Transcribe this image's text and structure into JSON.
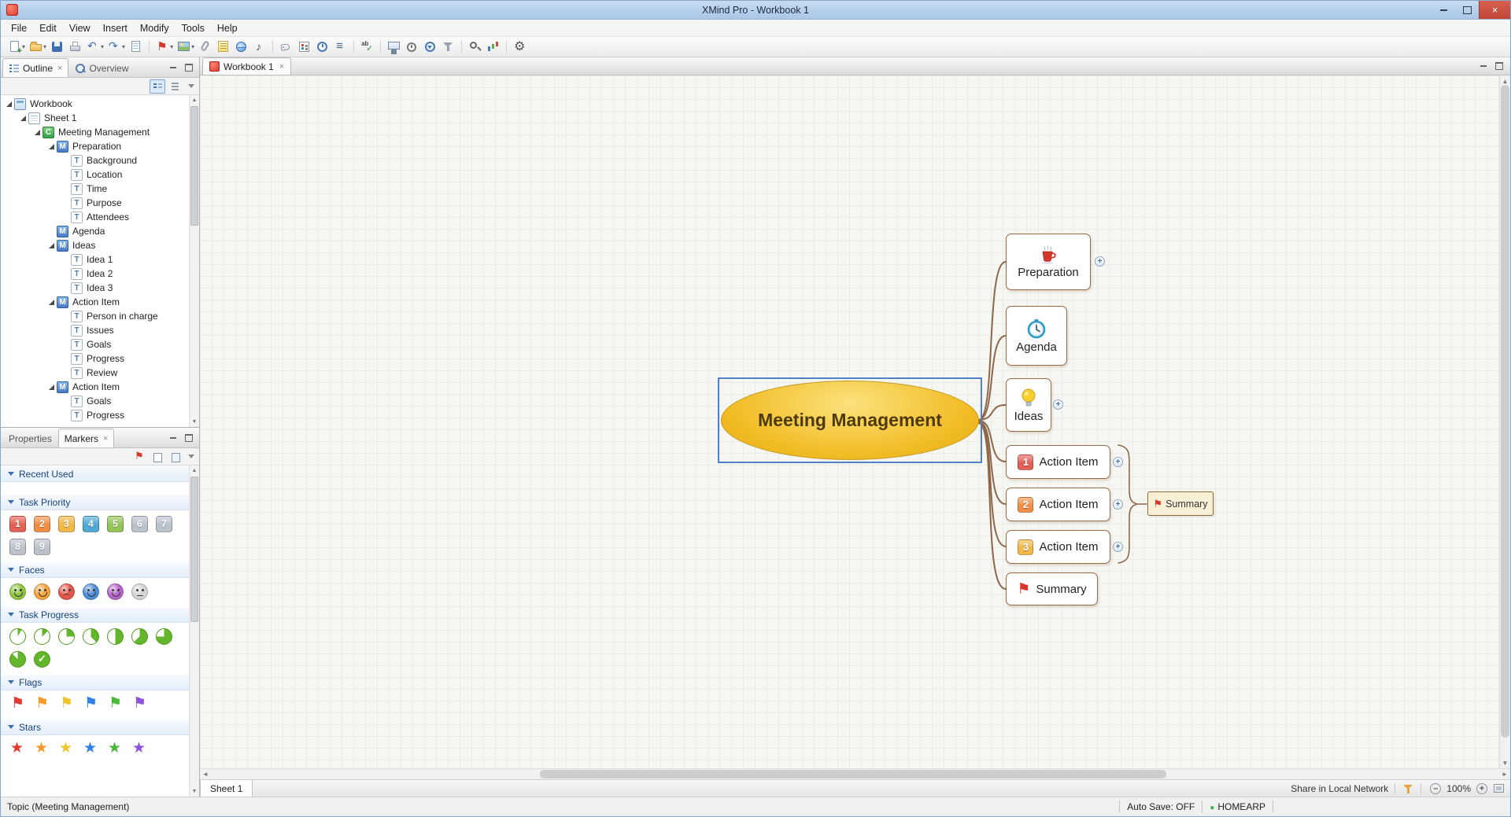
{
  "window": {
    "title": "XMind Pro - Workbook 1"
  },
  "menubar": {
    "items": [
      "File",
      "Edit",
      "View",
      "Insert",
      "Modify",
      "Tools",
      "Help"
    ]
  },
  "toolbar": {
    "g1": [
      {
        "name": "new",
        "dropdown": true
      },
      {
        "name": "open",
        "dropdown": true
      },
      {
        "name": "save"
      },
      {
        "name": "print"
      },
      {
        "name": "undo",
        "dropdown": true
      },
      {
        "name": "redo",
        "dropdown": true
      },
      {
        "name": "insert-sheet"
      }
    ],
    "g2": [
      {
        "name": "marker",
        "dropdown": true
      },
      {
        "name": "image",
        "dropdown": true
      },
      {
        "name": "attachment"
      },
      {
        "name": "notes"
      },
      {
        "name": "hyperlink"
      },
      {
        "name": "audio-note"
      }
    ],
    "g3": [
      {
        "name": "label"
      },
      {
        "name": "legend"
      },
      {
        "name": "task-info"
      },
      {
        "name": "numbering"
      }
    ],
    "g4": [
      {
        "name": "spelling"
      }
    ],
    "g5": [
      {
        "name": "presentation"
      },
      {
        "name": "timer"
      },
      {
        "name": "drill-down"
      },
      {
        "name": "filter"
      }
    ],
    "g6": [
      {
        "name": "zoom-in"
      },
      {
        "name": "chart"
      }
    ],
    "g7": [
      {
        "name": "settings"
      }
    ]
  },
  "outline": {
    "tab_outline": "Outline",
    "tab_overview": "Overview",
    "tree": [
      {
        "label": "Workbook",
        "icon": "workbook",
        "level": 0,
        "caret": true
      },
      {
        "label": "Sheet 1",
        "icon": "sheet",
        "level": 1,
        "caret": true
      },
      {
        "label": "Meeting Management",
        "icon": "central-topic",
        "level": 2,
        "caret": true
      },
      {
        "label": "Preparation",
        "icon": "main-topic",
        "level": 3,
        "caret": true
      },
      {
        "label": "Background",
        "icon": "subtopic",
        "level": 4,
        "caret": false
      },
      {
        "label": "Location",
        "icon": "subtopic",
        "level": 4,
        "caret": false
      },
      {
        "label": "Time",
        "icon": "subtopic",
        "level": 4,
        "caret": false
      },
      {
        "label": "Purpose",
        "icon": "subtopic",
        "level": 4,
        "caret": false
      },
      {
        "label": "Attendees",
        "icon": "subtopic",
        "level": 4,
        "caret": false
      },
      {
        "label": "Agenda",
        "icon": "main-topic",
        "level": 3,
        "caret": false
      },
      {
        "label": "Ideas",
        "icon": "main-topic",
        "level": 3,
        "caret": true
      },
      {
        "label": "Idea 1",
        "icon": "subtopic",
        "level": 4,
        "caret": false
      },
      {
        "label": "Idea 2",
        "icon": "subtopic",
        "level": 4,
        "caret": false
      },
      {
        "label": "Idea 3",
        "icon": "subtopic",
        "level": 4,
        "caret": false
      },
      {
        "label": "Action Item",
        "icon": "main-topic",
        "level": 3,
        "caret": true
      },
      {
        "label": "Person in charge",
        "icon": "subtopic",
        "level": 4,
        "caret": false
      },
      {
        "label": "Issues",
        "icon": "subtopic",
        "level": 4,
        "caret": false
      },
      {
        "label": "Goals",
        "icon": "subtopic",
        "level": 4,
        "caret": false
      },
      {
        "label": "Progress",
        "icon": "subtopic",
        "level": 4,
        "caret": false
      },
      {
        "label": "Review",
        "icon": "subtopic",
        "level": 4,
        "caret": false
      },
      {
        "label": "Action Item",
        "icon": "main-topic",
        "level": 3,
        "caret": true
      },
      {
        "label": "Goals",
        "icon": "subtopic",
        "level": 4,
        "caret": false
      },
      {
        "label": "Progress",
        "icon": "subtopic",
        "level": 4,
        "caret": false
      }
    ]
  },
  "markers": {
    "tab_properties": "Properties",
    "tab_markers": "Markers",
    "sections": [
      {
        "title": "Recent Used",
        "icons": []
      },
      {
        "title": "Task Priority",
        "icons": [
          {
            "name": "priority-1",
            "label": "1",
            "color": "#e2574c"
          },
          {
            "name": "priority-2",
            "label": "2",
            "color": "#f0883a"
          },
          {
            "name": "priority-3",
            "label": "3",
            "color": "#f2b33d"
          },
          {
            "name": "priority-4",
            "label": "4",
            "color": "#46a4d0"
          },
          {
            "name": "priority-5",
            "label": "5",
            "color": "#8cc04c"
          },
          {
            "name": "priority-6",
            "label": "6",
            "color": "#b8bfc9"
          },
          {
            "name": "priority-7",
            "label": "7",
            "color": "#b8bfc9"
          },
          {
            "name": "priority-8",
            "label": "8",
            "color": "#b8bfc9"
          },
          {
            "name": "priority-9",
            "label": "9",
            "color": "#b8bfc9"
          }
        ]
      },
      {
        "title": "Faces",
        "icons": [
          {
            "name": "smile",
            "color": "#8dc63f"
          },
          {
            "name": "laugh",
            "color": "#f7a23b"
          },
          {
            "name": "angry",
            "color": "#e2574c"
          },
          {
            "name": "cry",
            "color": "#4b8fd4"
          },
          {
            "name": "surprise",
            "color": "#b765c9"
          },
          {
            "name": "boring",
            "color": "#d4d4d4"
          }
        ]
      },
      {
        "title": "Task Progress",
        "icons": [
          {
            "name": "start",
            "pct": 8
          },
          {
            "name": "oct",
            "pct": 13
          },
          {
            "name": "quarter",
            "pct": 25
          },
          {
            "name": "3oct",
            "pct": 38
          },
          {
            "name": "half",
            "pct": 50
          },
          {
            "name": "5oct",
            "pct": 63
          },
          {
            "name": "3quar",
            "pct": 75
          },
          {
            "name": "7oct",
            "pct": 88
          },
          {
            "name": "done"
          }
        ]
      },
      {
        "title": "Flags",
        "icons": [
          {
            "name": "flag-red",
            "color": "#e13b30"
          },
          {
            "name": "flag-orange",
            "color": "#f59a28"
          },
          {
            "name": "flag-yellow",
            "color": "#f0c52a"
          },
          {
            "name": "flag-blue",
            "color": "#2f81e8"
          },
          {
            "name": "flag-green",
            "color": "#49b838"
          },
          {
            "name": "flag-purple",
            "color": "#8f52e0"
          }
        ]
      },
      {
        "title": "Stars",
        "icons": [
          {
            "name": "star-red",
            "color": "#e13b30"
          },
          {
            "name": "star-orange",
            "color": "#f59a28"
          },
          {
            "name": "star-yellow",
            "color": "#f0c52a"
          },
          {
            "name": "star-blue",
            "color": "#2f81e8"
          },
          {
            "name": "star-green",
            "color": "#49b838"
          },
          {
            "name": "star-purple",
            "color": "#8f52e0"
          }
        ]
      }
    ]
  },
  "editor": {
    "tab": "Workbook 1",
    "map": {
      "central": {
        "label": "Meeting Management"
      },
      "topics": [
        {
          "label": "Preparation",
          "icon": "coffee-cup"
        },
        {
          "label": "Agenda",
          "icon": "clock"
        },
        {
          "label": "Ideas",
          "icon": "light-bulb"
        },
        {
          "label": "Action Item",
          "icon": "priority-1",
          "badge": "1",
          "badge_color": "#e2574c"
        },
        {
          "label": "Action Item",
          "icon": "priority-2",
          "badge": "2",
          "badge_color": "#f0883a"
        },
        {
          "label": "Action Item",
          "icon": "priority-3",
          "badge": "3",
          "badge_color": "#f2b33d"
        },
        {
          "label": "Summary",
          "icon": "red-flag"
        }
      ],
      "summary_topic": {
        "label": "Summary",
        "icon": "red-flag"
      }
    },
    "sheetbar": {
      "sheet_tab": "Sheet 1",
      "share_label": "Share in Local Network",
      "zoom_value": "100%"
    }
  },
  "statusbar": {
    "selection": "Topic (Meeting Management)",
    "autosave": "Auto Save: OFF",
    "network": "HOMEARP"
  }
}
